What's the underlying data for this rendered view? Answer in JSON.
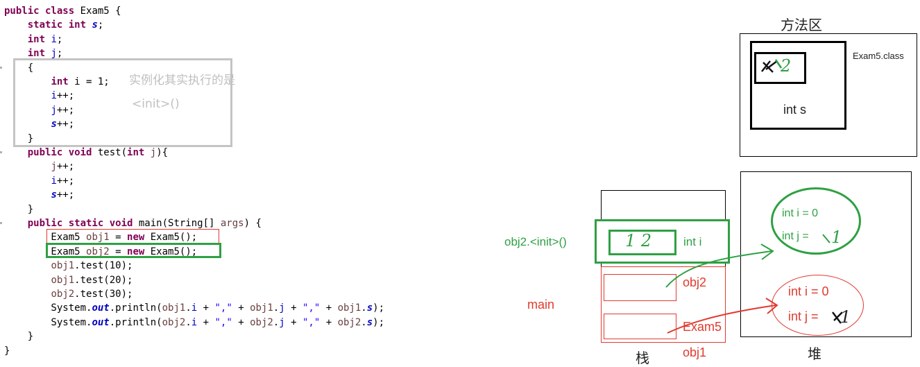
{
  "code": {
    "lines": [
      [
        {
          "t": "public class",
          "c": "kw"
        },
        {
          "t": " Exam5 {"
        }
      ],
      [
        {
          "t": "    "
        },
        {
          "t": "static int",
          "c": "kw"
        },
        {
          "t": " "
        },
        {
          "t": "s",
          "c": "st-fld"
        },
        {
          "t": ";"
        }
      ],
      [
        {
          "t": "    "
        },
        {
          "t": "int",
          "c": "kw"
        },
        {
          "t": " "
        },
        {
          "t": "i",
          "c": "fld"
        },
        {
          "t": ";"
        }
      ],
      [
        {
          "t": "    "
        },
        {
          "t": "int",
          "c": "kw"
        },
        {
          "t": " "
        },
        {
          "t": "j",
          "c": "fld"
        },
        {
          "t": ";"
        }
      ],
      [
        {
          "t": "    {"
        }
      ],
      [
        {
          "t": "        "
        },
        {
          "t": "int",
          "c": "kw"
        },
        {
          "t": " i = 1;"
        }
      ],
      [
        {
          "t": "        "
        },
        {
          "t": "i",
          "c": "fld"
        },
        {
          "t": "++;"
        }
      ],
      [
        {
          "t": "        "
        },
        {
          "t": "j",
          "c": "fld"
        },
        {
          "t": "++;"
        }
      ],
      [
        {
          "t": "        "
        },
        {
          "t": "s",
          "c": "st-fld"
        },
        {
          "t": "++;"
        }
      ],
      [
        {
          "t": "    }"
        }
      ],
      [
        {
          "t": "    "
        },
        {
          "t": "public void",
          "c": "kw"
        },
        {
          "t": " test("
        },
        {
          "t": "int",
          "c": "kw"
        },
        {
          "t": " "
        },
        {
          "t": "j",
          "c": "locv"
        },
        {
          "t": "){"
        }
      ],
      [
        {
          "t": "        "
        },
        {
          "t": "j",
          "c": "locv"
        },
        {
          "t": "++;"
        }
      ],
      [
        {
          "t": "        "
        },
        {
          "t": "i",
          "c": "fld"
        },
        {
          "t": "++;"
        }
      ],
      [
        {
          "t": "        "
        },
        {
          "t": "s",
          "c": "st-fld"
        },
        {
          "t": "++;"
        }
      ],
      [
        {
          "t": "    }"
        }
      ],
      [
        {
          "t": "    "
        },
        {
          "t": "public static void",
          "c": "kw"
        },
        {
          "t": " main(String[] "
        },
        {
          "t": "args",
          "c": "locv"
        },
        {
          "t": ") {"
        }
      ],
      [
        {
          "t": "        Exam5 "
        },
        {
          "t": "obj1",
          "c": "locv"
        },
        {
          "t": " = "
        },
        {
          "t": "new",
          "c": "kw"
        },
        {
          "t": " Exam5();"
        }
      ],
      [
        {
          "t": "        Exam5 "
        },
        {
          "t": "obj2",
          "c": "locv"
        },
        {
          "t": " = "
        },
        {
          "t": "new",
          "c": "kw"
        },
        {
          "t": " Exam5();"
        }
      ],
      [
        {
          "t": "        "
        },
        {
          "t": "obj1",
          "c": "locv"
        },
        {
          "t": ".test(10);"
        }
      ],
      [
        {
          "t": "        "
        },
        {
          "t": "obj1",
          "c": "locv"
        },
        {
          "t": ".test(20);"
        }
      ],
      [
        {
          "t": "        "
        },
        {
          "t": "obj2",
          "c": "locv"
        },
        {
          "t": ".test(30);"
        }
      ],
      [
        {
          "t": "        System."
        },
        {
          "t": "out",
          "c": "st-fld"
        },
        {
          "t": ".println("
        },
        {
          "t": "obj1",
          "c": "locv"
        },
        {
          "t": "."
        },
        {
          "t": "i",
          "c": "fld"
        },
        {
          "t": " + "
        },
        {
          "t": "\",\"",
          "c": "strl"
        },
        {
          "t": " + "
        },
        {
          "t": "obj1",
          "c": "locv"
        },
        {
          "t": "."
        },
        {
          "t": "j",
          "c": "fld"
        },
        {
          "t": " + "
        },
        {
          "t": "\",\"",
          "c": "strl"
        },
        {
          "t": " + "
        },
        {
          "t": "obj1",
          "c": "locv"
        },
        {
          "t": "."
        },
        {
          "t": "s",
          "c": "st-fld"
        },
        {
          "t": ");"
        }
      ],
      [
        {
          "t": "        System."
        },
        {
          "t": "out",
          "c": "st-fld"
        },
        {
          "t": ".println("
        },
        {
          "t": "obj2",
          "c": "locv"
        },
        {
          "t": "."
        },
        {
          "t": "i",
          "c": "fld"
        },
        {
          "t": " + "
        },
        {
          "t": "\",\"",
          "c": "strl"
        },
        {
          "t": " + "
        },
        {
          "t": "obj2",
          "c": "locv"
        },
        {
          "t": "."
        },
        {
          "t": "j",
          "c": "fld"
        },
        {
          "t": " + "
        },
        {
          "t": "\",\"",
          "c": "strl"
        },
        {
          "t": " + "
        },
        {
          "t": "obj2",
          "c": "locv"
        },
        {
          "t": "."
        },
        {
          "t": "s",
          "c": "st-fld"
        },
        {
          "t": ");"
        }
      ],
      [
        {
          "t": "    }"
        }
      ],
      [
        {
          "t": "}"
        }
      ]
    ],
    "note_line1": "实例化其实执行的是",
    "note_line2": "<init>()"
  },
  "method_area": {
    "title": "方法区",
    "class_label": "Exam5.class",
    "static_field_label": "int s",
    "static_value_handwritten": "2"
  },
  "stack": {
    "title": "栈",
    "frame_label": "obj2.<init>()",
    "frame_local_label": "int i",
    "frame_local_value_handwritten": "1 2",
    "main_label": "main",
    "obj2_label": "obj2",
    "obj1_type_label": "Exam5",
    "obj1_label": "obj1"
  },
  "heap": {
    "title": "堆",
    "object2_field_i": "int i = 0",
    "object2_field_j": "int j =",
    "object2_j_value_handwritten": "1",
    "object1_field_i": "int i = 0",
    "object1_field_j": "int j =",
    "object1_j_value_handwritten": "1"
  },
  "colors": {
    "green": "#2ea043",
    "red": "#e03a2f",
    "keyword": "#7f0055",
    "field": "#0000c0",
    "local_var": "#6a3e3e",
    "string": "#2a00ff",
    "note_gray": "#c0c0c0"
  }
}
